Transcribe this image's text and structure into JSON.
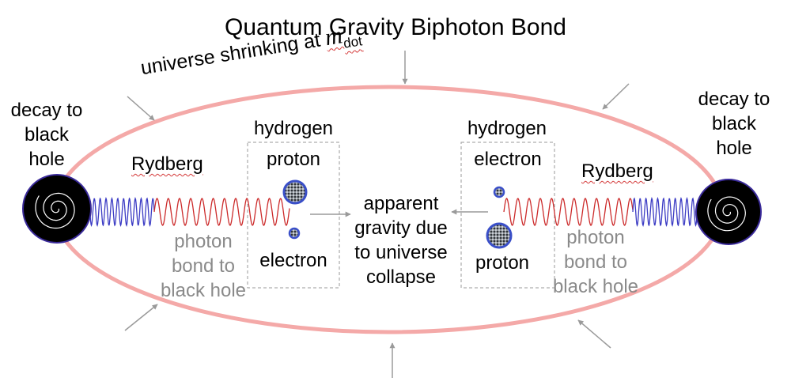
{
  "title": "Quantum Gravity Biphoton Bond",
  "universe_label": "universe shrinking at",
  "mdot": {
    "m": "m",
    "sub": "dot"
  },
  "left": {
    "decay": [
      "decay to",
      "black",
      "hole"
    ],
    "rydberg": "Rydberg",
    "hydrogen": "hydrogen",
    "proton": "proton",
    "electron": "electron",
    "bond": [
      "photon",
      "bond to",
      "black hole"
    ]
  },
  "right": {
    "decay": [
      "decay to",
      "black",
      "hole"
    ],
    "rydberg": "Rydberg",
    "hydrogen": "hydrogen",
    "electron": "electron",
    "proton": "proton",
    "bond": [
      "photon",
      "bond to",
      "black hole"
    ]
  },
  "center": [
    "apparent",
    "gravity due",
    "to universe",
    "collapse"
  ],
  "colors": {
    "ellipse": "#f4a9a8",
    "arrow": "#9a9a9a",
    "wave_red": "#cc2b2b",
    "wave_blue": "#3b3bc4",
    "black_hole_rim": "#3a2a9a",
    "particle_rim": "#3a4fc8",
    "box_border": "#9a9a9a",
    "gray_text": "#8a8a8a"
  },
  "icons": [
    "spiral-black-hole-icon",
    "proton-icon",
    "electron-icon",
    "arrow-icon"
  ]
}
